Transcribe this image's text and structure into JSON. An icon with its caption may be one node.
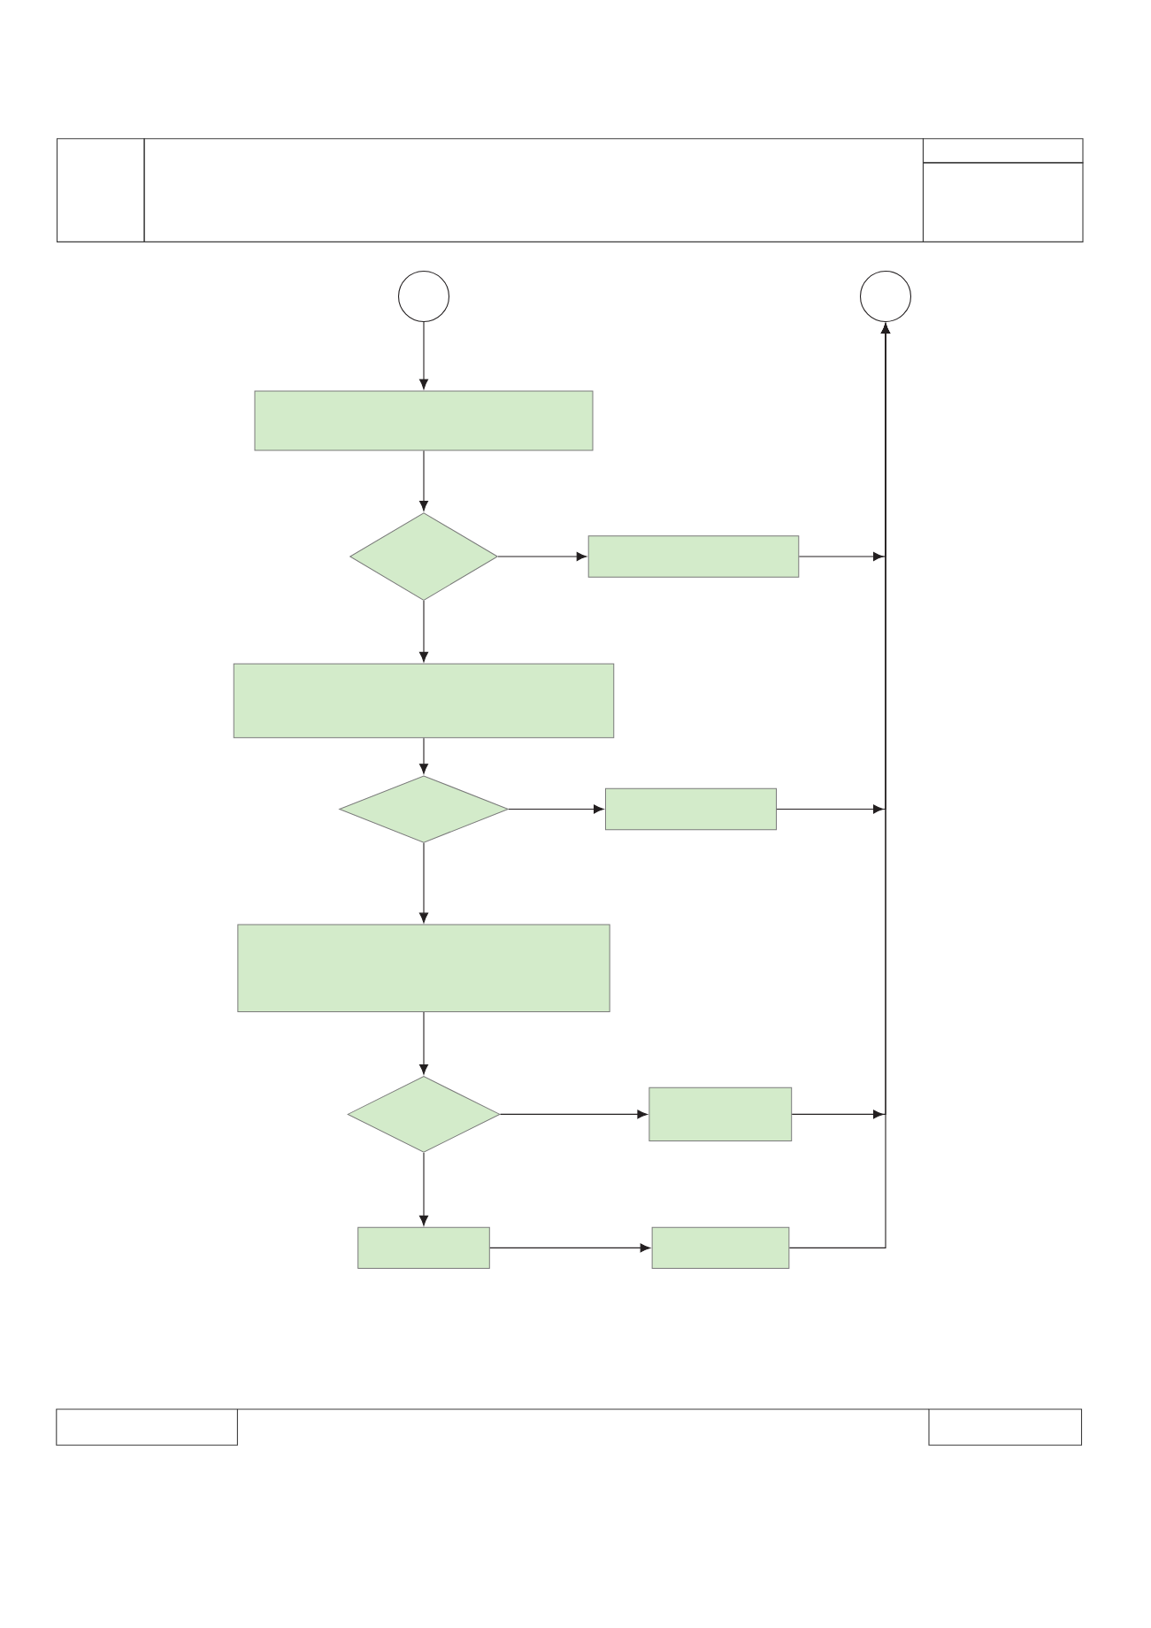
{
  "diagram": {
    "nodes": [
      {
        "text": [],
        "shape": "circle"
      },
      {
        "text": [],
        "shape": "circle"
      },
      {
        "text": [],
        "shape": "box"
      },
      {
        "text": [],
        "shape": "diamond"
      },
      {
        "text": [],
        "shape": "box"
      },
      {
        "text": [],
        "shape": "box"
      },
      {
        "text": [],
        "shape": "diamond"
      },
      {
        "text": [],
        "shape": "box"
      },
      {
        "text": [],
        "shape": "box"
      },
      {
        "text": [],
        "shape": "diamond"
      },
      {
        "text": [],
        "shape": "box"
      },
      {
        "text": [],
        "shape": "box"
      },
      {
        "text": [],
        "shape": "box"
      }
    ],
    "edges": [
      {
        "from": 0,
        "to": 2,
        "arrow": "to"
      },
      {
        "from": 2,
        "to": 3,
        "arrow": "to"
      },
      {
        "from": 3,
        "to": 4,
        "arrow": "to"
      },
      {
        "from": 4,
        "to": 1,
        "arrow": "to"
      },
      {
        "from": 3,
        "to": 5,
        "arrow": "to"
      },
      {
        "from": 5,
        "to": 6,
        "arrow": "to"
      },
      {
        "from": 6,
        "to": 7,
        "arrow": "to"
      },
      {
        "from": 7,
        "to": 1,
        "arrow": "to"
      },
      {
        "from": 6,
        "to": 8,
        "arrow": "to"
      },
      {
        "from": 8,
        "to": 9,
        "arrow": "to"
      },
      {
        "from": 9,
        "to": 10,
        "arrow": "to"
      },
      {
        "from": 10,
        "to": 1,
        "arrow": "to"
      },
      {
        "from": 9,
        "to": 11,
        "arrow": "to"
      },
      {
        "from": 11,
        "to": 12,
        "arrow": "to"
      },
      {
        "from": 12,
        "to": 1,
        "arrow": "to"
      }
    ]
  }
}
